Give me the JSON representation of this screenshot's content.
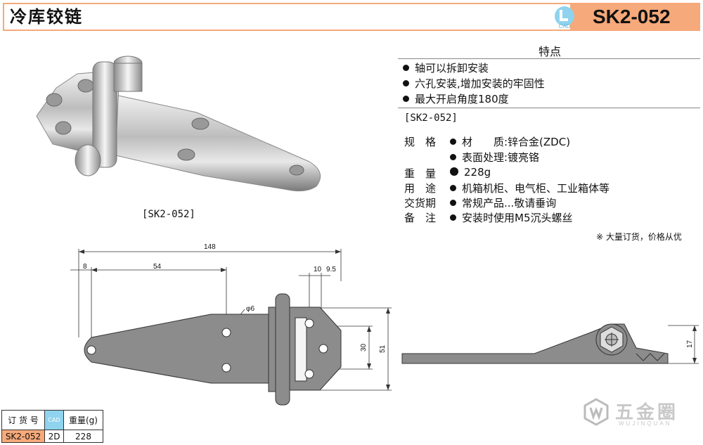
{
  "header": {
    "title": "冷库铰链",
    "code": "SK2-052",
    "cad_logo_text": "CAD"
  },
  "photo": {
    "caption": "[SK2-052]"
  },
  "features": {
    "heading": "特点",
    "items": [
      "轴可以拆卸安装",
      "六孔安装,增加安装的牢固性",
      "最大开启角度180度"
    ]
  },
  "spec": {
    "model_bracket": "[SK2-052]",
    "rows": [
      {
        "label": "规　格",
        "value": "材　　质:锌合金(ZDC)"
      },
      {
        "label": "",
        "value": "表面处理:镀亮铬"
      },
      {
        "label": "重　量",
        "value": "228g"
      },
      {
        "label": "用　途",
        "value": "机箱机柜、电气柜、工业箱体等"
      },
      {
        "label": "交货期",
        "value": "常规产品...敬请垂询"
      },
      {
        "label": "备　注",
        "value": "安装时使用M5沉头螺丝"
      }
    ],
    "note": "※ 大量订货，价格从优"
  },
  "drawing": {
    "dim_total": "148",
    "dim_left": "8",
    "dim_mid": "54",
    "dim_10": "10",
    "dim_9_5": "9.5",
    "dim_hole": "φ6",
    "dim_30": "30",
    "dim_51": "51",
    "dim_17": "17"
  },
  "order_table": {
    "headers": [
      "订 货 号",
      "CAD",
      "重量(g)"
    ],
    "row": [
      "SK2-052",
      "2D",
      "228"
    ]
  },
  "watermark": {
    "brand": "五金圈",
    "sub": "WUJINQUAN"
  },
  "colors": {
    "accent": "#f6a97a",
    "part_fill": "#8c8c8c"
  }
}
